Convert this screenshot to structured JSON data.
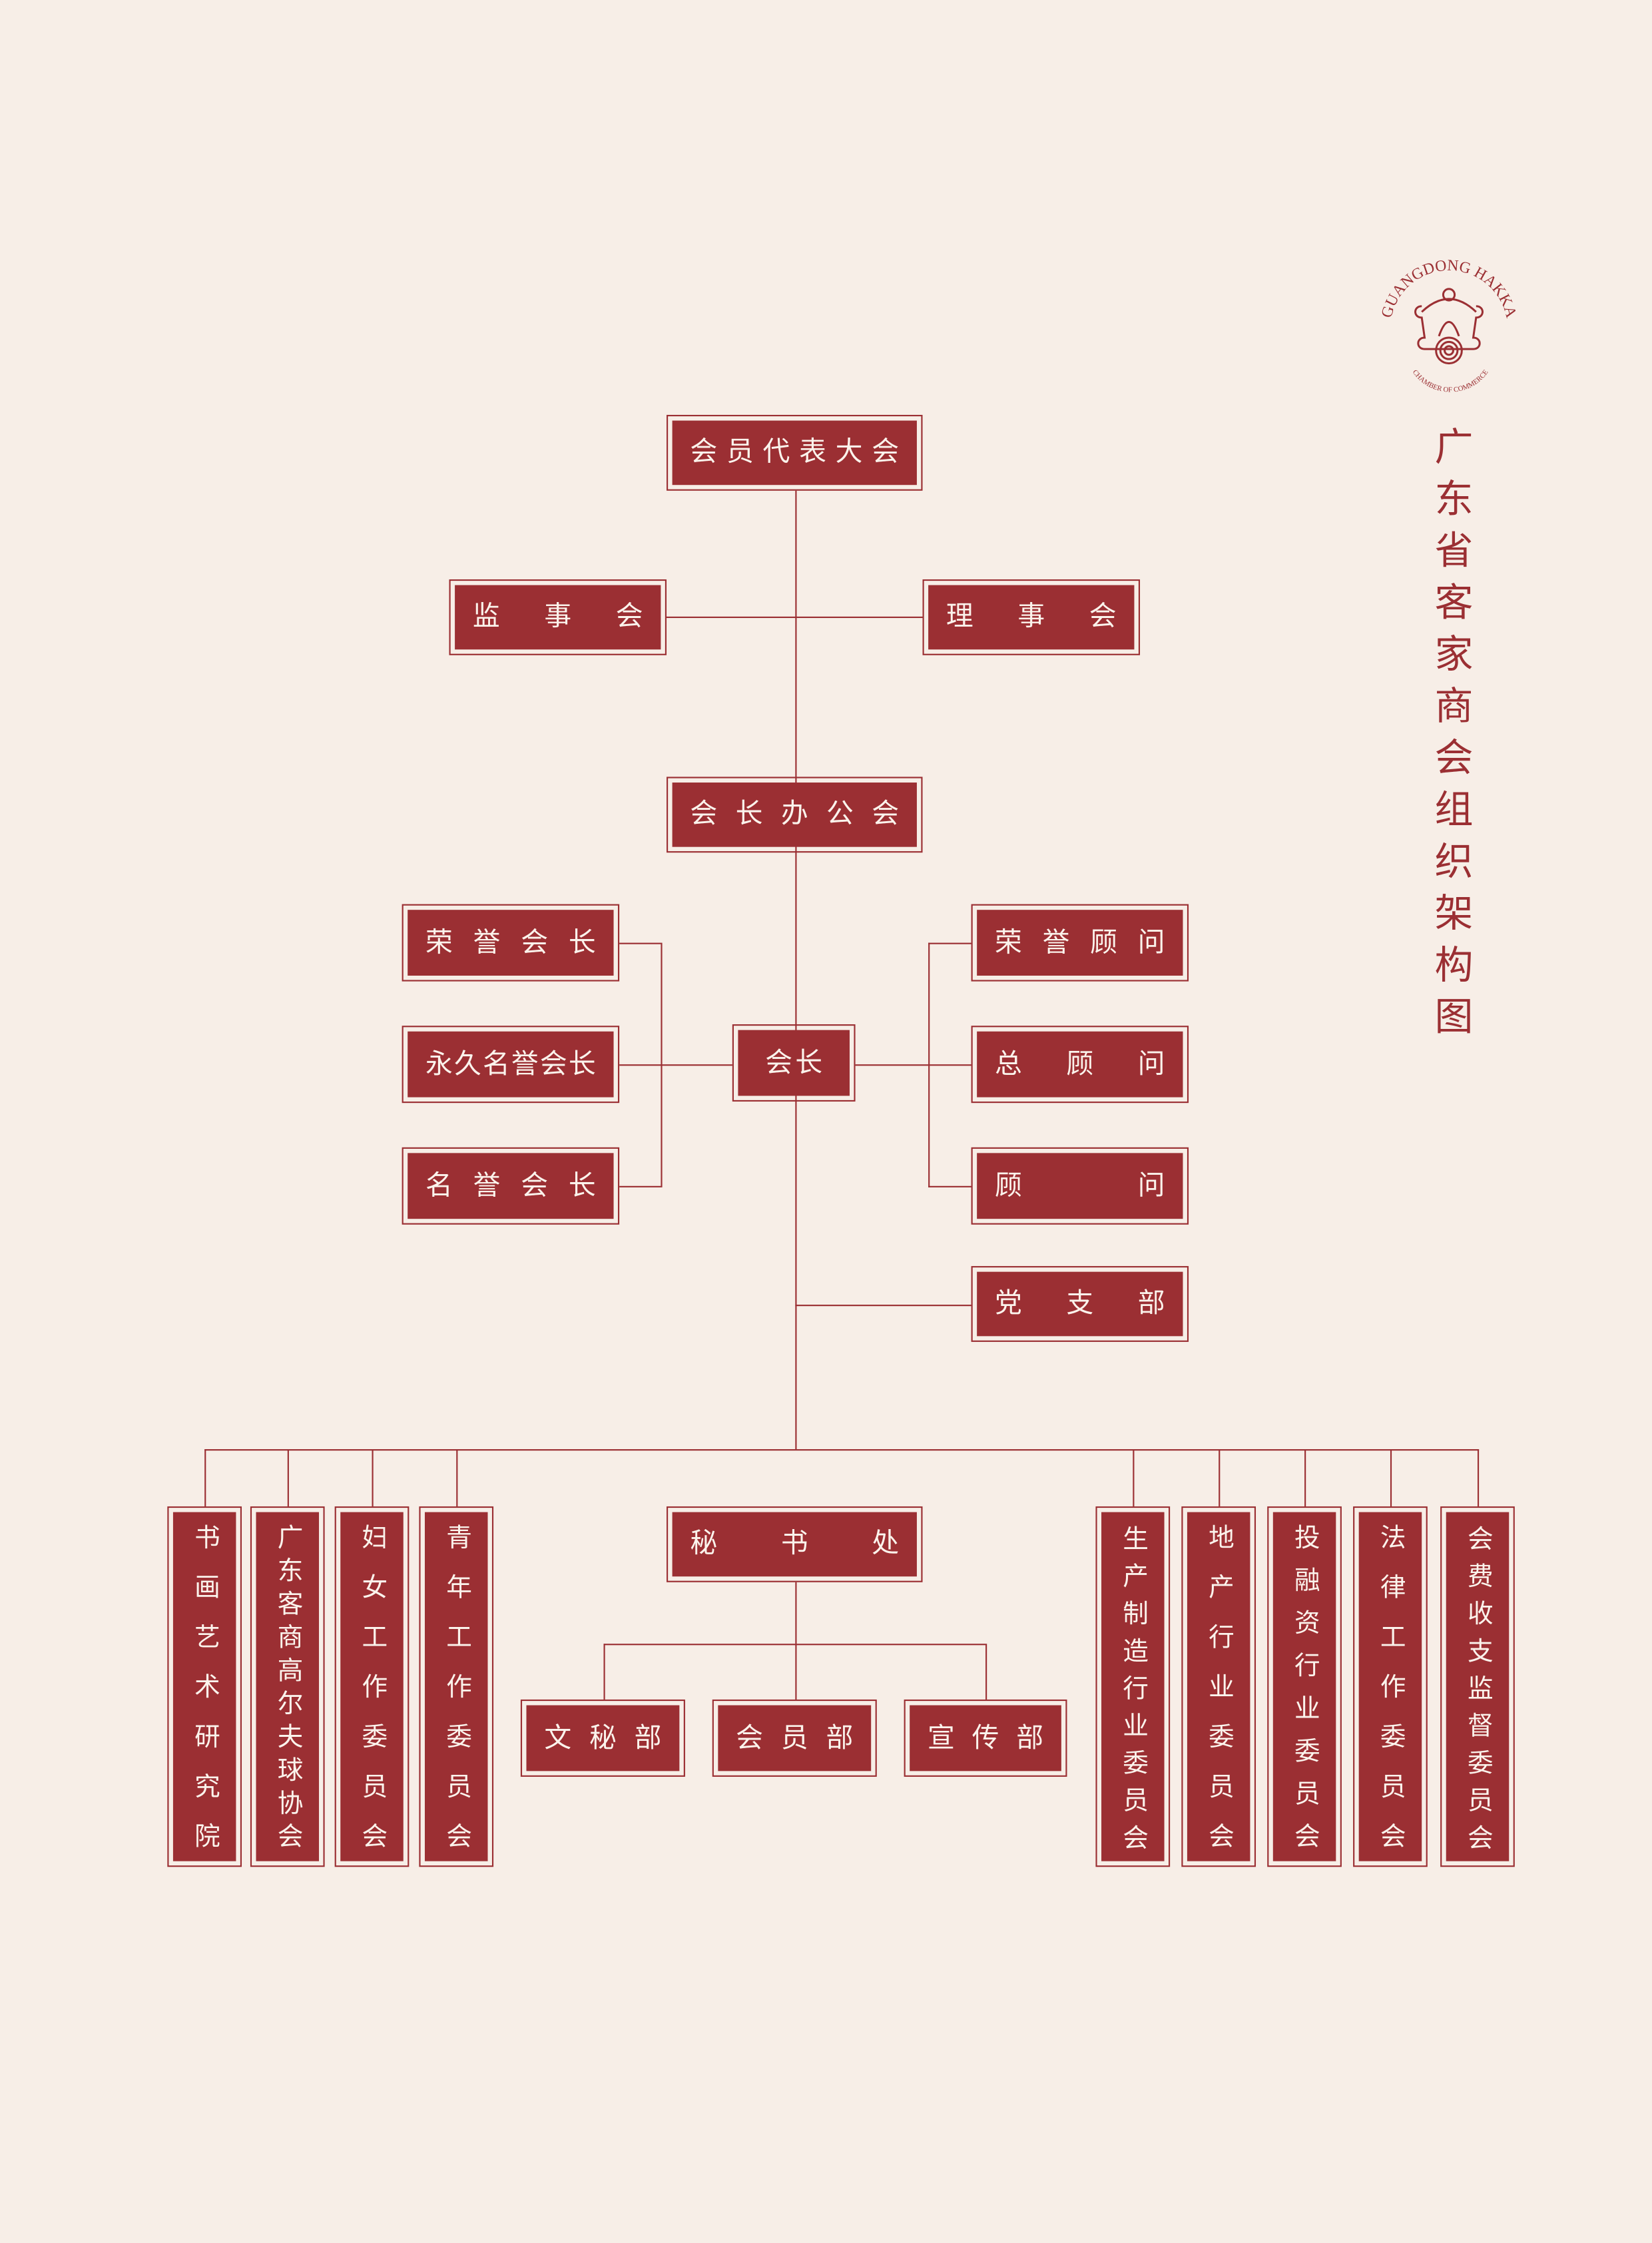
{
  "title": "广东省客家商会组织架构图",
  "logo": {
    "arc_top": "GUANGDONG HAKKA",
    "arc_bottom": "CHAMBER OF COMMERCE"
  },
  "colors": {
    "accent": "#9b2f33",
    "background": "#f7eee7",
    "text_on_accent": "#fbf3ec"
  },
  "nodes": {
    "general_assembly": "会员代表大会",
    "supervisors": "监事会",
    "council": "理事会",
    "president_office": "会长办公会",
    "honorary_president": "荣誉会长",
    "permanent_honorary_president": "永久名誉会长",
    "honorary_chairman": "名誉会长",
    "president": "会长",
    "honorary_advisor": "荣誉顾问",
    "chief_advisor": "总顾问",
    "advisor": "顾问",
    "party_branch": "党支部",
    "secretariat": "秘书处",
    "secretarial_dept": "文秘部",
    "membership_dept": "会员部",
    "publicity_dept": "宣传部"
  },
  "committees_left": [
    "书画艺术研究院",
    "广东客商高尔夫球协会",
    "妇女工作委员会",
    "青年工作委员会"
  ],
  "committees_right": [
    "生产制造行业委员会",
    "地产行业委员会",
    "投融资行业委员会",
    "法律工作委员会",
    "会费收支监督委员会"
  ]
}
